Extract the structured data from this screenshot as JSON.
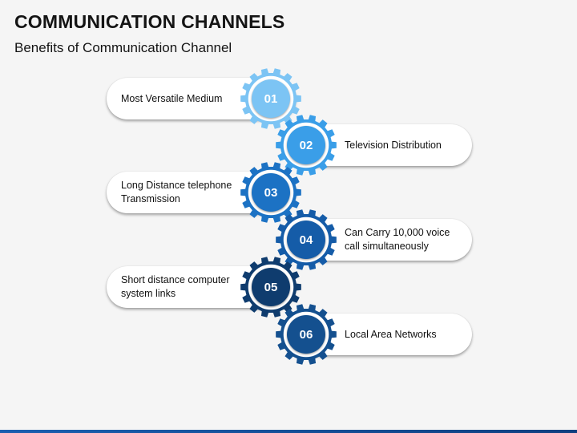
{
  "title": "COMMUNICATION CHANNELS",
  "subtitle": "Benefits of Communication Channel",
  "items": [
    {
      "num": "01",
      "text": "Most Versatile Medium",
      "color": "#7cc4f4"
    },
    {
      "num": "02",
      "text": "Television Distribution",
      "color": "#3a9ee8"
    },
    {
      "num": "03",
      "text": "Long Distance telephone Transmission",
      "color": "#1c72c4"
    },
    {
      "num": "04",
      "text": "Can Carry 10,000 voice call simultaneously",
      "color": "#155ca8"
    },
    {
      "num": "05",
      "text": "Short distance computer system links",
      "color": "#0f3c6e"
    },
    {
      "num": "06",
      "text": "Local Area Networks",
      "color": "#14508f"
    }
  ]
}
